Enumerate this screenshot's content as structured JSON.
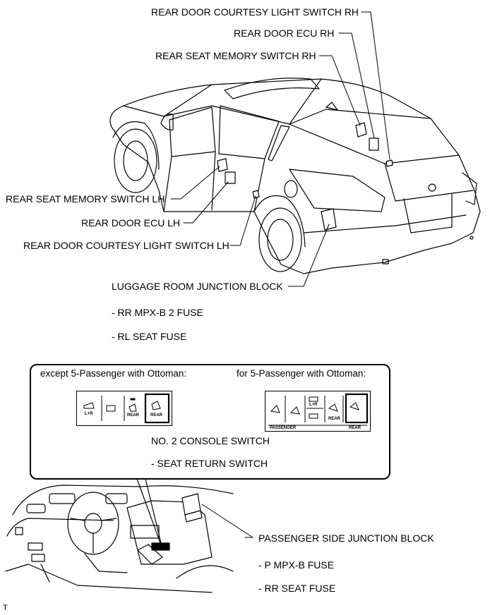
{
  "labels": {
    "rear_door_courtesy_rh": "REAR DOOR COURTESY LIGHT SWITCH RH",
    "rear_door_ecu_rh": "REAR DOOR ECU RH",
    "rear_seat_memory_rh": "REAR SEAT MEMORY SWITCH RH",
    "rear_seat_memory_lh": "REAR SEAT MEMORY SWITCH LH",
    "rear_door_ecu_lh": "REAR DOOR ECU LH",
    "rear_door_courtesy_lh": "REAR DOOR COURTESY LIGHT SWITCH LH",
    "luggage_room_jb": "LUGGAGE ROOM JUNCTION BLOCK",
    "luggage_fuses": [
      "- RR MPX-B 2 FUSE",
      "- RL SEAT FUSE"
    ],
    "passenger_side_jb": "PASSENGER SIDE JUNCTION BLOCK",
    "passenger_fuses": [
      "- P MPX-B FUSE",
      "- RR SEAT FUSE"
    ],
    "corner_mark": "T"
  },
  "callout": {
    "variant_a": "except 5-Passenger with Ottoman:",
    "variant_b": "for 5-Passenger with Ottoman:",
    "switch_name": "NO. 2 CONSOLE SWITCH",
    "switch_sub": "- SEAT RETURN SWITCH",
    "panel_a_buttons": [
      "L+R",
      "",
      "REAR",
      "REAR"
    ],
    "panel_b_buttons": [
      "",
      "",
      "L+R",
      "",
      "REAR"
    ],
    "panel_b_groups": [
      "PASSENGER",
      "REAR"
    ]
  },
  "icons": [
    "seat-icon",
    "car-outline",
    "dashboard-outline"
  ]
}
